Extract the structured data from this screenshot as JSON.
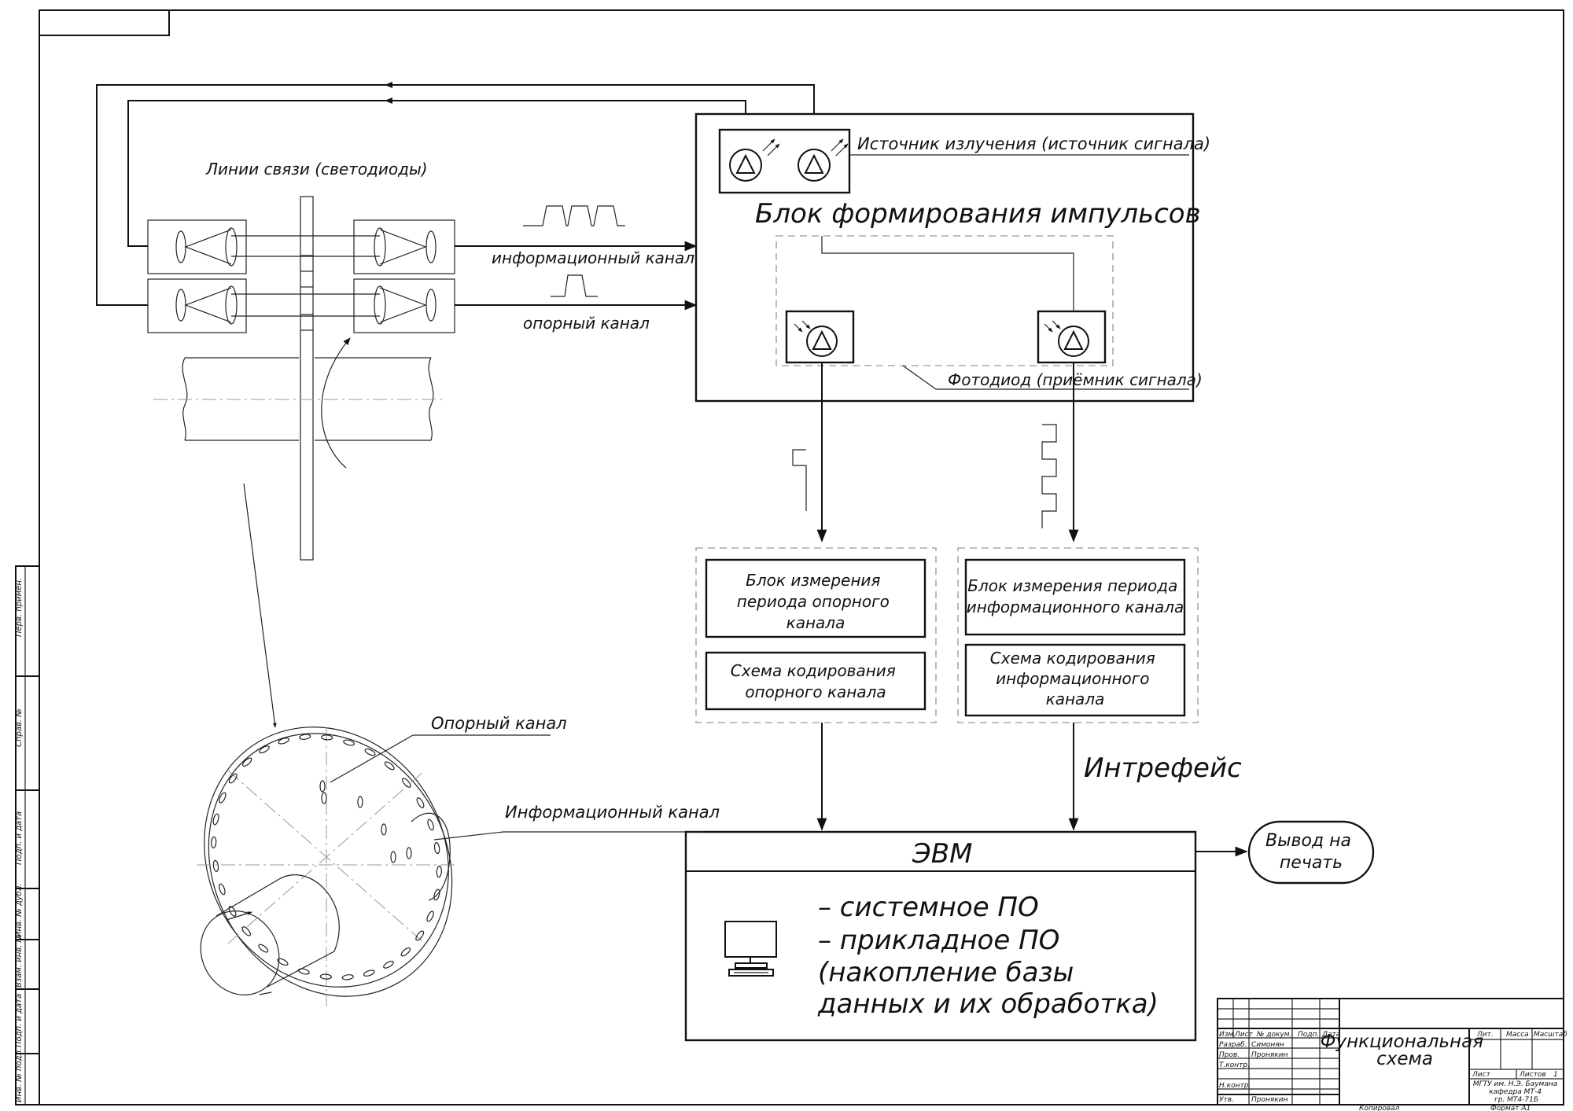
{
  "labels": {
    "source": "Источник излучения (источник сигнала)",
    "pulse_block": "Блок формирования импульсов",
    "comm_lines": "Линии связи (светодиоды)",
    "info_channel": "информационный канал",
    "ref_channel": "опорный канал",
    "photodiode": "Фотодиод (приёмник сигнала)",
    "disk_ref_channel": "Опорный канал",
    "disk_info_channel": "Информационный канал",
    "interface": "Интрефейс"
  },
  "blocks": {
    "ref_period_lines": [
      "Блок измерения",
      "периода опорного",
      "канала"
    ],
    "ref_coding_lines": [
      "Схема кодирования",
      "опорного канала"
    ],
    "info_period_lines": [
      "Блок измерения периода",
      "информационного канала"
    ],
    "info_coding_lines": [
      "Схема кодирования",
      "информационного",
      "канала"
    ]
  },
  "computer": {
    "title": "ЭВМ",
    "lines": [
      "– системное ПО",
      "– прикладное ПО",
      "(накопление  базы",
      "данных и их обработка)"
    ],
    "icon": "computer-icon"
  },
  "output": {
    "lines": [
      "Вывод на",
      "печать"
    ]
  },
  "title_block": {
    "header_cells": [
      "Изм.",
      "Лист",
      "№ докум.",
      "Подп.",
      "Дата"
    ],
    "rows": [
      {
        "role": "Разраб.",
        "name": "Симонян"
      },
      {
        "role": "Пров.",
        "name": "Пронякин"
      },
      {
        "role": "Т.контр.",
        "name": ""
      },
      {
        "role": "",
        "name": ""
      },
      {
        "role": "Н.контр.",
        "name": ""
      },
      {
        "role": "Утв.",
        "name": "Пронякин"
      }
    ],
    "drawing_title_lines": [
      "Функциональная",
      "схема"
    ],
    "lit_header": [
      "Лит.",
      "Масса",
      "Масштаб"
    ],
    "sheet_label": "Лист",
    "sheets_label": "Листов",
    "sheets_value": "1",
    "org_lines": [
      "МГТУ им. Н.Э. Баумана",
      "кафедра МТ-4",
      "гр. МТ4-71Б"
    ],
    "copied": "Копировал",
    "format": "Формат   А1"
  },
  "side_stamp": [
    "Перв. примен.",
    "Справ. №",
    "Подп. и дата",
    "Инв. № дубл.",
    "Взам. инв. №",
    "Подп. и дата",
    "Инв. № подл."
  ]
}
